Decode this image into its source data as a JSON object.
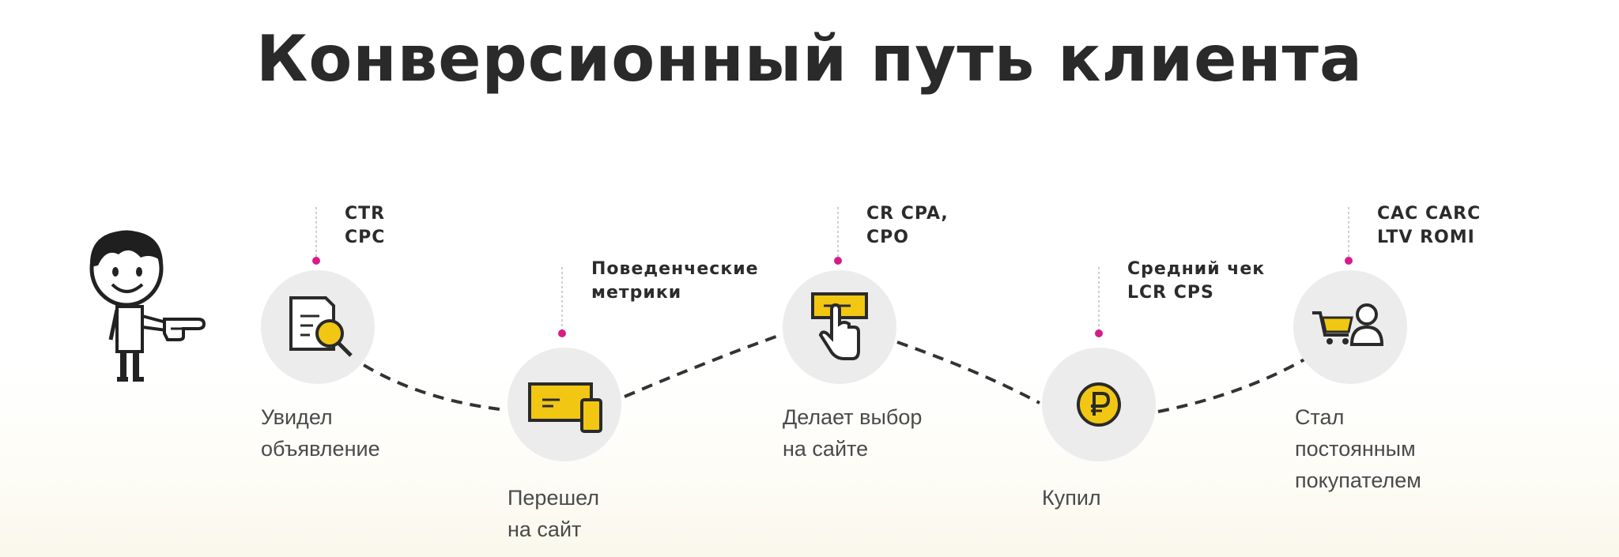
{
  "title": "Конверсионный путь клиента",
  "accent_color": "#f2c713",
  "pin_color": "#d81b86",
  "steps": [
    {
      "label": "Увидел\nобъявление",
      "metrics": "CTR\nCPC",
      "icon": "document-magnifier-icon"
    },
    {
      "label": "Перешел\nна сайт",
      "metrics": "Поведенческие\nметрики",
      "icon": "browser-mobile-icon"
    },
    {
      "label": "Делает выбор\nна сайте",
      "metrics": "CR CPA,\nCPO",
      "icon": "click-hand-icon"
    },
    {
      "label": "Купил",
      "metrics": "Средний чек\nLCR  CPS",
      "icon": "ruble-coin-icon"
    },
    {
      "label": "Стал\nпостоянным\nпокупателем",
      "metrics": "CAC CARC\nLTV ROMI",
      "icon": "cart-user-icon"
    }
  ]
}
